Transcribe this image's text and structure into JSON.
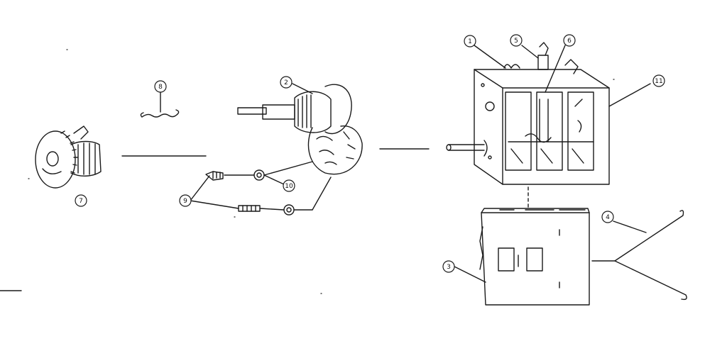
{
  "diagram": {
    "callouts": {
      "c1": "1",
      "c2": "2",
      "c3": "3",
      "c4": "4",
      "c5": "5",
      "c6": "6",
      "c7": "7",
      "c8": "8",
      "c9": "9",
      "c10": "10",
      "c11": "11"
    },
    "colors": {
      "ink": "#1a1a1a",
      "paper": "#ffffff"
    }
  }
}
